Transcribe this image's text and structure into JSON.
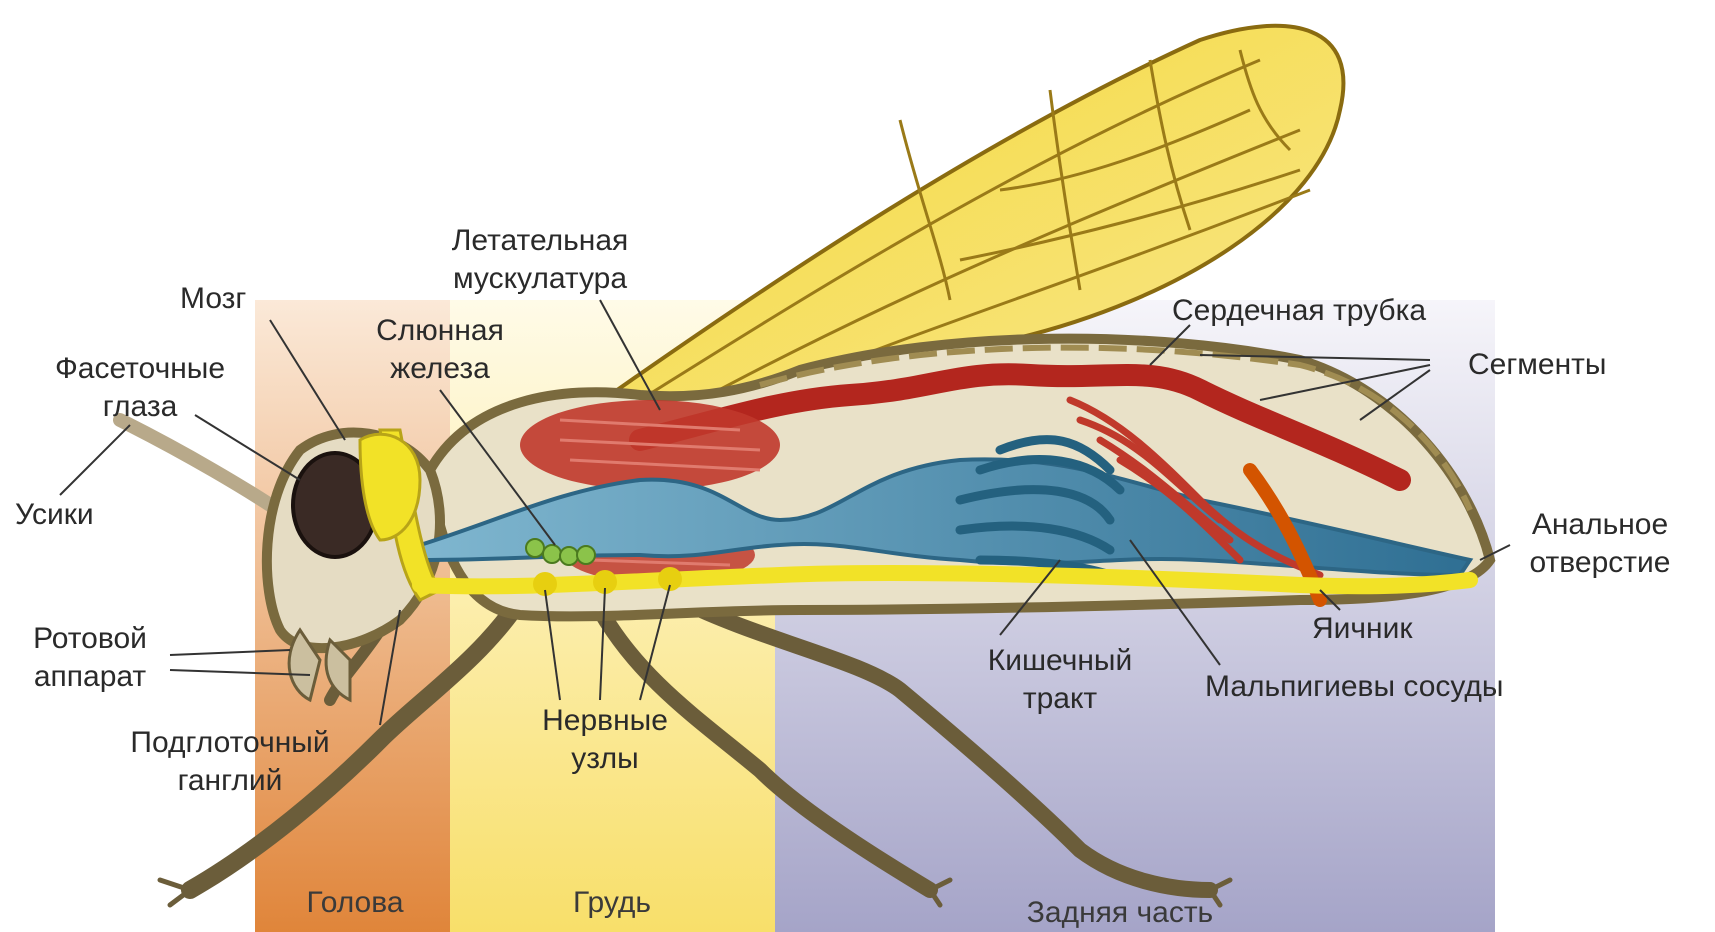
{
  "labels": {
    "flight_muscles": [
      "Летательная",
      "мускулатура"
    ],
    "brain": "Мозг",
    "salivary_gland": [
      "Слюнная",
      "железа"
    ],
    "compound_eyes": [
      "Фасеточные",
      "глаза"
    ],
    "antennae": "Усики",
    "mouthparts": [
      "Ротовой",
      "аппарат"
    ],
    "subesophageal_ganglion": [
      "Подглоточный",
      "ганглий"
    ],
    "nerve_ganglia": [
      "Нервные",
      "узлы"
    ],
    "heart_tube": "Сердечная трубка",
    "segments": "Сегменты",
    "anus": [
      "Анальное",
      "отверстие"
    ],
    "ovary": "Яичник",
    "intestinal_tract": [
      "Кишечный",
      "тракт"
    ],
    "malpighian_tubules": "Мальпигиевы сосуды"
  },
  "regions": {
    "head": "Голова",
    "thorax": "Грудь",
    "abdomen": "Задняя часть"
  },
  "colors": {
    "head_band": "#e08a3c",
    "thorax_band": "#f7e070",
    "abdomen_band": "#a9a8cc",
    "wing": "#f3d640",
    "muscle": "#c0392b",
    "gut": "#4e94b8",
    "nerve": "#f2e227",
    "body": "#8a7a52"
  }
}
